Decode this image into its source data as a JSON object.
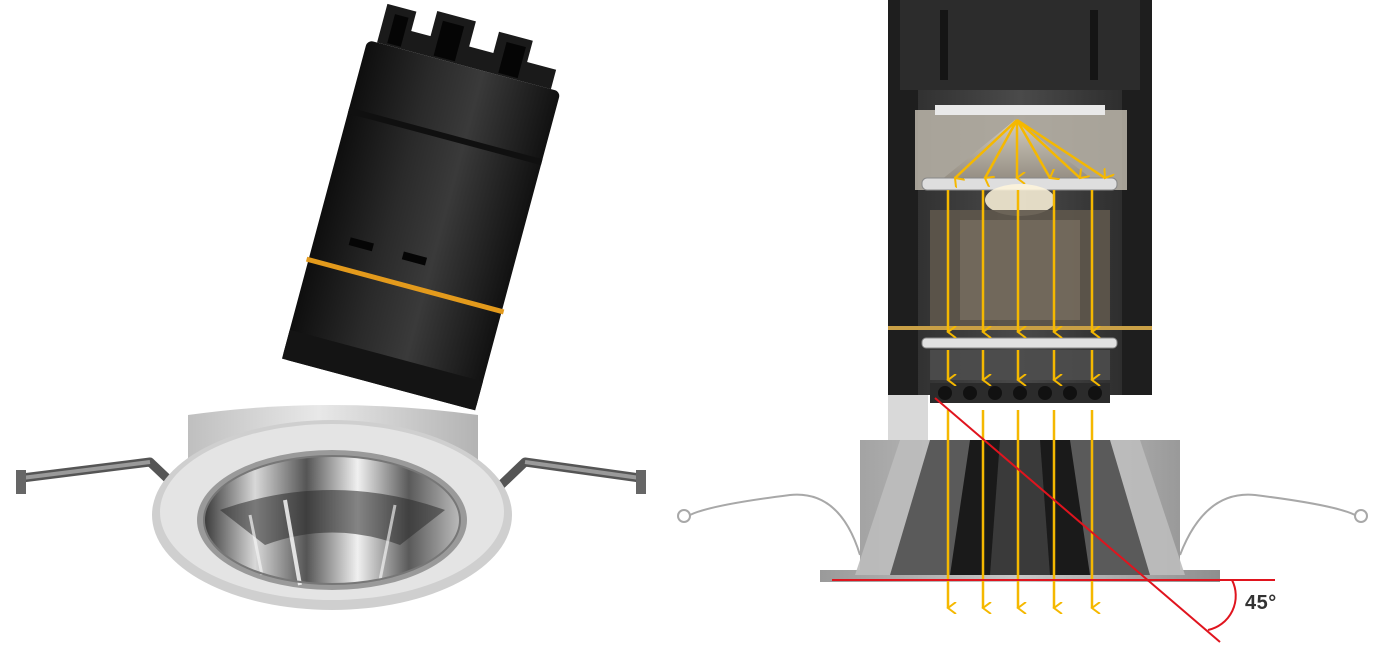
{
  "diagram": {
    "angle_label": "45°",
    "beam_arrow_count": 5,
    "reflector_arrow_count": 6,
    "colors": {
      "beam": "#f5b800",
      "cutoff_line": "#e0141e",
      "housing_black": "#1c1c1c",
      "trim_white": "#d9d9d9",
      "accent_ring": "#e39a1c"
    }
  },
  "product_render": {
    "icon": "recessed-adjustable-downlight"
  }
}
